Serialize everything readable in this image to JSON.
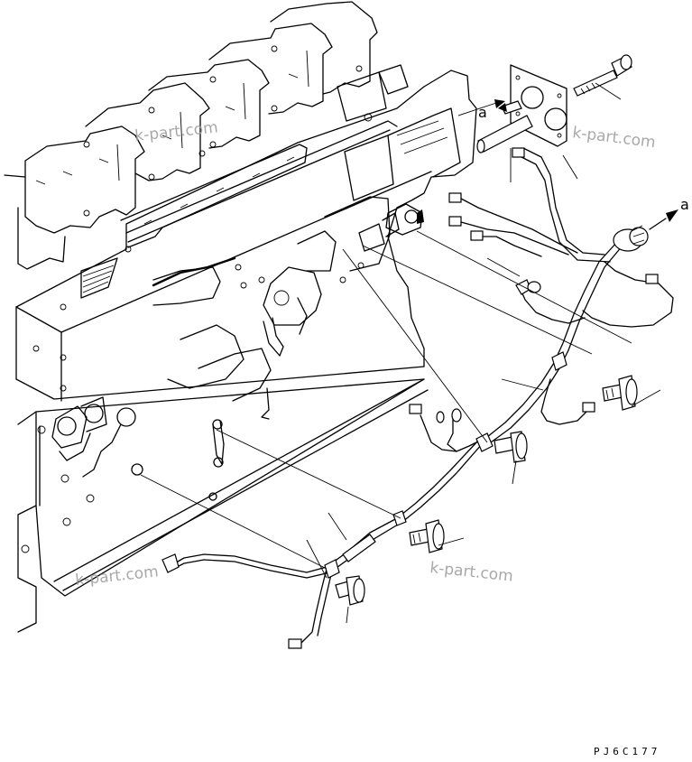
{
  "diagram": {
    "drawing_code": "PJ6C177",
    "view_labels": [
      "a",
      "a"
    ],
    "watermarks": [
      "k-part.com",
      "k-part.com",
      "k-part.com",
      "k-part.com"
    ]
  }
}
